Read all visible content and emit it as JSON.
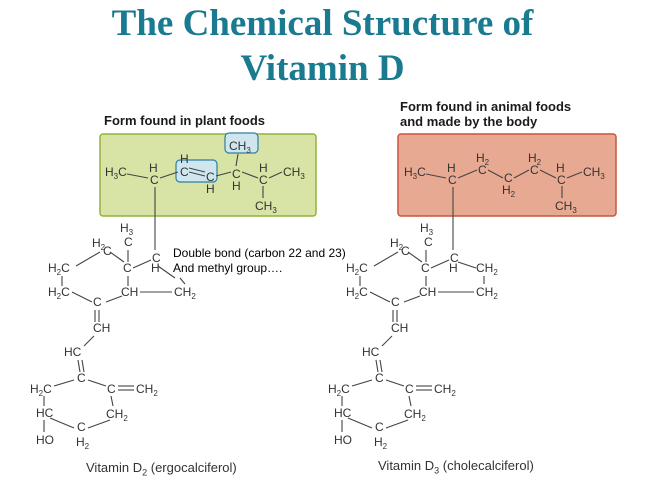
{
  "title": {
    "line1": "The Chemical Structure of",
    "line2": "Vitamin D"
  },
  "plant": {
    "heading": "Form found in plant foods",
    "caption_main": "Vitamin D",
    "caption_sub": "2",
    "caption_rest": " (ergocalciferol)"
  },
  "animal": {
    "heading_line1": "Form found in animal foods",
    "heading_line2": "and made by the body",
    "caption_main": "Vitamin D",
    "caption_sub": "3",
    "caption_rest": " (cholecalciferol)"
  },
  "annotation": {
    "line1": "Double bond (carbon 22 and 23)",
    "line2": "And methyl group…."
  },
  "colors": {
    "title": "#1a7a90",
    "plant_box_fill": "#d8e3a6",
    "plant_box_stroke": "#8fb43a",
    "animal_box_fill": "#e8a993",
    "animal_box_stroke": "#c8553d",
    "highlight_fill": "#cfe6ee",
    "highlight_stroke": "#2f7fa3"
  }
}
